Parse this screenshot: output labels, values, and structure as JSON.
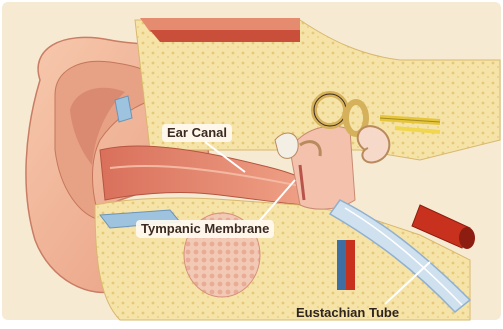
{
  "labels": {
    "ear_canal": "Ear Canal",
    "tympanic_membrane": "Tympanic Membrane",
    "eustachian_tube": "Eustachian Tube"
  },
  "colors": {
    "background": "#ffffff",
    "skin": "#f1b99a",
    "tissue": "#f6e7c3",
    "bone": "#f3dd97",
    "canal": "#e27e66",
    "artery": "#c8311e",
    "vein": "#3f6ea3",
    "ossicles": "#b88a5d",
    "leader_line": "#ffffff"
  }
}
